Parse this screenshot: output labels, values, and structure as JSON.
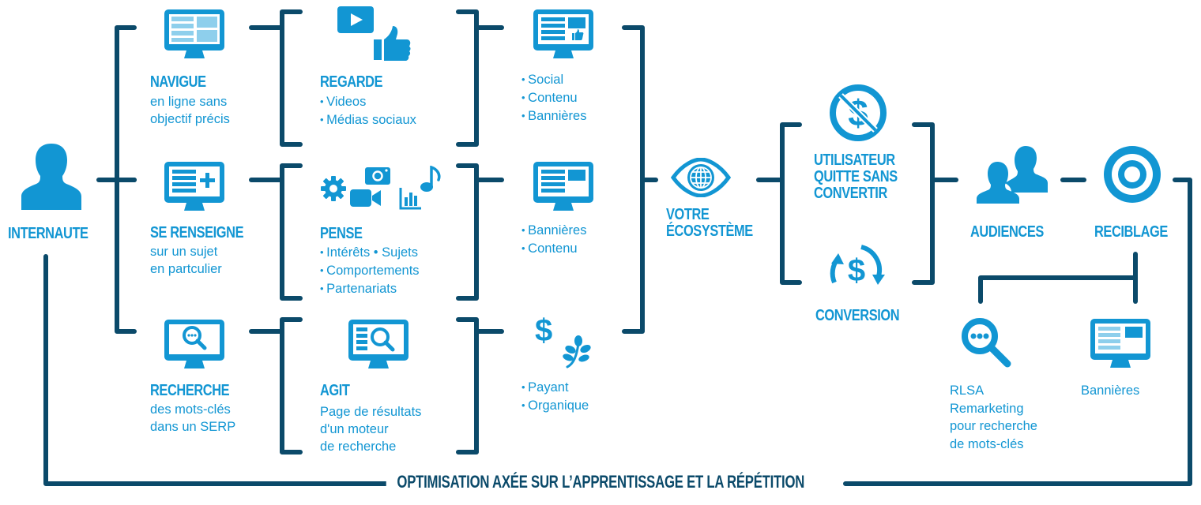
{
  "colors": {
    "accent": "#1296d3",
    "accent_light": "#8ecfec",
    "line": "#0b4a6a",
    "background": "#ffffff"
  },
  "user": {
    "icon": "user-icon",
    "title": "INTERNAUTE"
  },
  "stage1": [
    {
      "icon": "monitor-browse-icon",
      "title": "NAVIGUE",
      "desc": [
        "en ligne sans",
        "objectif précis"
      ]
    },
    {
      "icon": "monitor-plus-icon",
      "title": "SE RENSEIGNE",
      "desc": [
        "sur un sujet",
        "en partculier"
      ]
    },
    {
      "icon": "monitor-search-icon",
      "title": "RECHERCHE",
      "desc": [
        "des mots-clés",
        "dans un SERP"
      ]
    }
  ],
  "stage2": [
    {
      "icons": [
        "video-play-icon",
        "thumbs-up-icon"
      ],
      "title": "REGARDE",
      "bullets": [
        "Videos",
        "Médias sociaux"
      ]
    },
    {
      "icons": [
        "gear-icon",
        "camera-icon",
        "video-camera-icon",
        "bar-chart-icon",
        "music-note-icon"
      ],
      "title": "PENSE",
      "bullets": [
        "Intérêts • Sujets",
        "Comportements",
        "Partenariats"
      ]
    },
    {
      "icons": [
        "monitor-search-results-icon"
      ],
      "title": "AGIT",
      "desc": [
        "Page de résultats",
        "d'un moteur",
        "de recherche"
      ]
    }
  ],
  "stage3": [
    {
      "icon": "monitor-social-icon",
      "bullets": [
        "Social",
        "Contenu",
        "Bannières"
      ]
    },
    {
      "icon": "monitor-banner-icon",
      "bullets": [
        "Bannières",
        "Contenu"
      ]
    },
    {
      "icons": [
        "dollar-icon",
        "leaf-icon"
      ],
      "bullets": [
        "Payant",
        "Organique"
      ]
    }
  ],
  "ecosystem": {
    "icon": "eye-globe-icon",
    "title": [
      "VOTRE",
      "ÉCOSYSTÈME"
    ]
  },
  "outcomes": [
    {
      "icon": "no-dollar-icon",
      "title": [
        "UTILISATEUR",
        "QUITTE SANS",
        "CONVERTIR"
      ]
    },
    {
      "icon": "dollar-cycle-icon",
      "title": [
        "CONVERSION"
      ]
    }
  ],
  "audiences": {
    "icon": "users-icon",
    "title": "AUDIENCES"
  },
  "retargeting": {
    "icon": "target-icon",
    "title": "RECIBLAGE"
  },
  "retargeting_channels": [
    {
      "icon": "search-dots-icon",
      "desc": [
        "RLSA",
        "Remarketing",
        "pour recherche",
        "de mots-clés"
      ]
    },
    {
      "icon": "monitor-banner-icon",
      "desc": [
        "Bannières"
      ]
    }
  ],
  "footer": {
    "label": "OPTIMISATION AXÉE SUR L’APPRENTISSAGE ET LA RÉPÉTITION"
  }
}
